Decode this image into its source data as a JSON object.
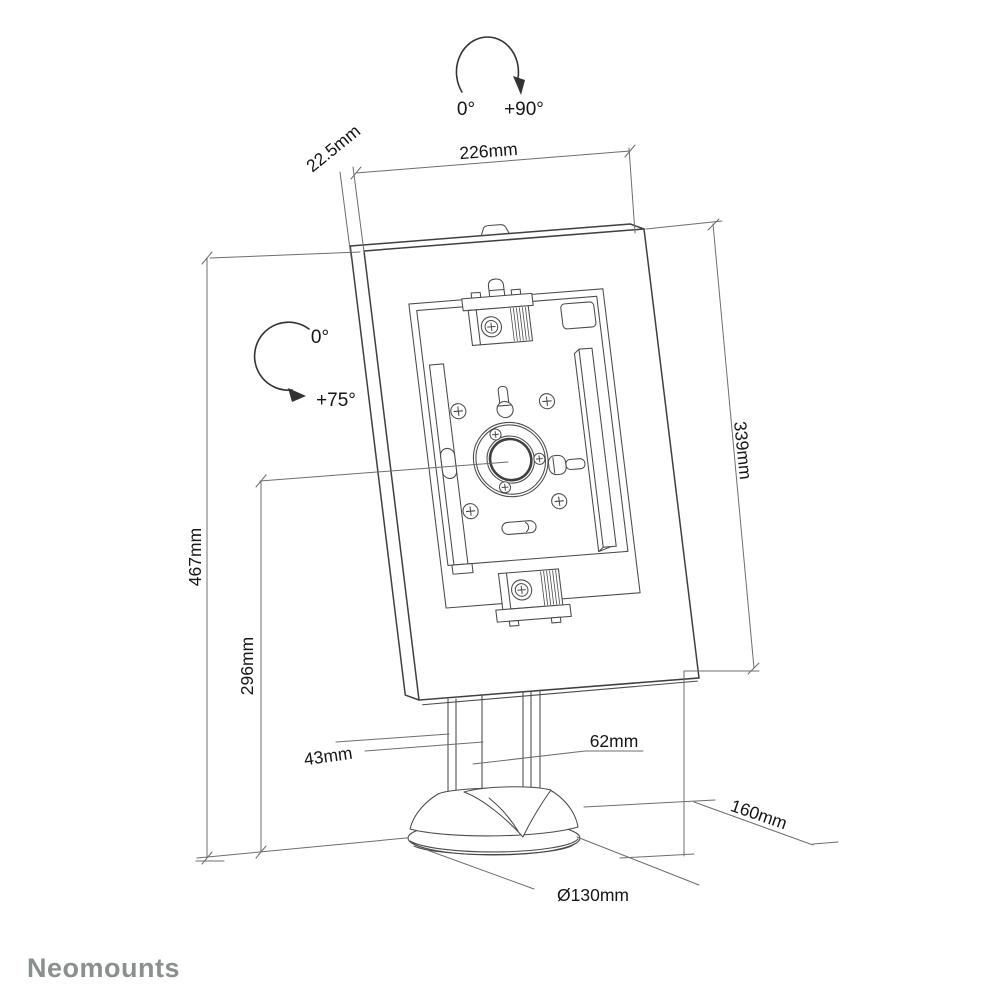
{
  "drawing": {
    "brand": "Neomounts",
    "rotation_indicator": {
      "start_label": "0°",
      "end_label": "+90°"
    },
    "tilt_indicator": {
      "start_label": "0°",
      "end_label": "+75°"
    },
    "dims": {
      "enclosure_width": "226mm",
      "enclosure_thickness": "22.5mm",
      "total_height": "467mm",
      "center_height": "296mm",
      "enclosure_height": "339mm",
      "pole_width": "43mm",
      "pole_depth": "62mm",
      "base_depth": "160mm",
      "base_diameter": "Ø130mm"
    },
    "colors": {
      "product_line": "#3f3f3f",
      "dimension_line": "#6d6d6d",
      "brand_gray": "#8b8f90",
      "background": "#ffffff"
    }
  }
}
